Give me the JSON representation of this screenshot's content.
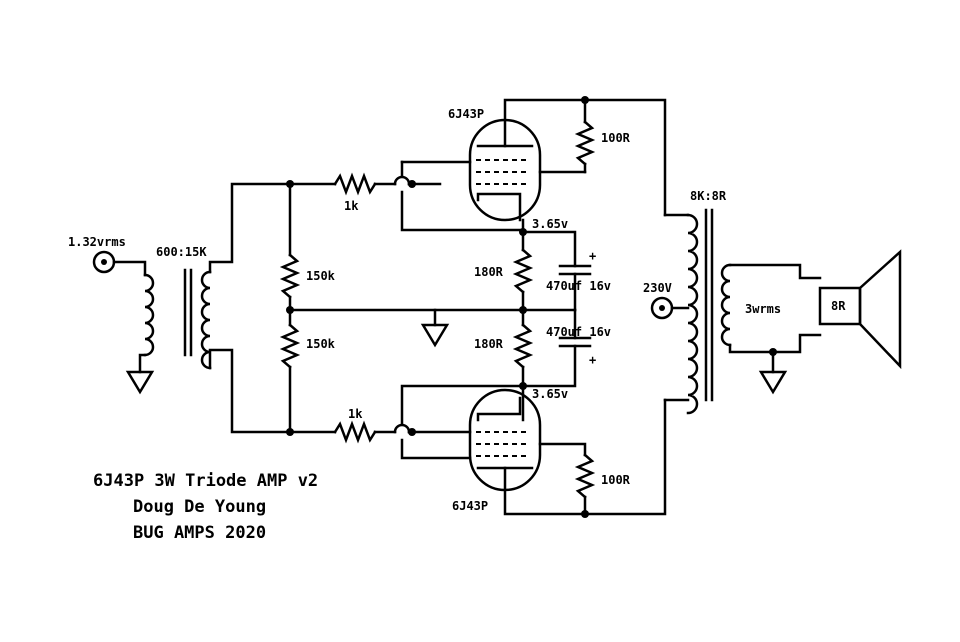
{
  "labels": {
    "input_level": "1.32vrms",
    "input_transformer": "600:15K",
    "bias_res_top": "150k",
    "bias_res_bot": "150k",
    "grid_res_top": "1k",
    "grid_res_bot": "1k",
    "tube_top": "6J43P",
    "tube_bot": "6J43P",
    "anode_res_top": "100R",
    "anode_res_bot": "100R",
    "cath_res_top": "180R",
    "cath_res_bot": "180R",
    "cath_volt_top": "3.65v",
    "cath_volt_bot": "3.65v",
    "cap_top": "470uf 16v",
    "cap_bot": "470uf 16v",
    "cap_plus_top": "+",
    "cap_plus_bot": "+",
    "output_transformer": "8K:8R",
    "supply": "230V",
    "output_level": "3wrms",
    "speaker": "8R"
  },
  "title": {
    "line1": "6J43P 3W Triode AMP v2",
    "line2": "Doug De Young",
    "line3": "BUG AMPS 2020"
  }
}
